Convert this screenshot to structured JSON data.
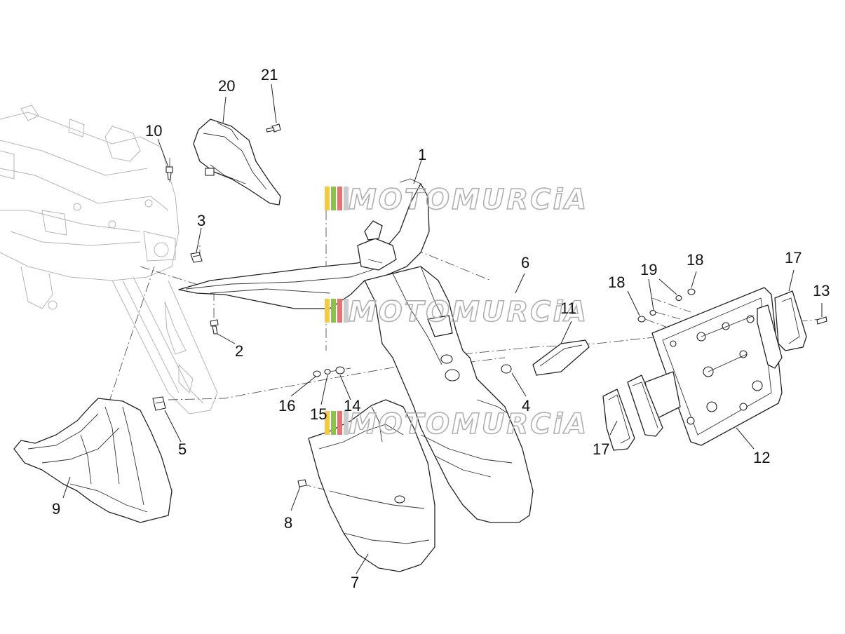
{
  "callouts": [
    {
      "id": "1",
      "text": "1"
    },
    {
      "id": "2",
      "text": "2"
    },
    {
      "id": "3",
      "text": "3"
    },
    {
      "id": "4",
      "text": "4"
    },
    {
      "id": "5",
      "text": "5"
    },
    {
      "id": "6",
      "text": "6"
    },
    {
      "id": "7",
      "text": "7"
    },
    {
      "id": "8",
      "text": "8"
    },
    {
      "id": "9",
      "text": "9"
    },
    {
      "id": "10",
      "text": "10"
    },
    {
      "id": "11",
      "text": "11"
    },
    {
      "id": "12",
      "text": "12"
    },
    {
      "id": "13",
      "text": "13"
    },
    {
      "id": "14",
      "text": "14"
    },
    {
      "id": "15",
      "text": "15"
    },
    {
      "id": "16",
      "text": "16"
    },
    {
      "id": "17a",
      "text": "17"
    },
    {
      "id": "17b",
      "text": "17"
    },
    {
      "id": "18a",
      "text": "18"
    },
    {
      "id": "18b",
      "text": "18"
    },
    {
      "id": "19",
      "text": "19"
    },
    {
      "id": "20",
      "text": "20"
    },
    {
      "id": "21",
      "text": "21"
    }
  ],
  "watermark": {
    "text": "MOTOMURCiA",
    "stripe_colors": [
      "#f2c94c",
      "#8bc34a",
      "#e57373",
      "#cccccc"
    ]
  }
}
